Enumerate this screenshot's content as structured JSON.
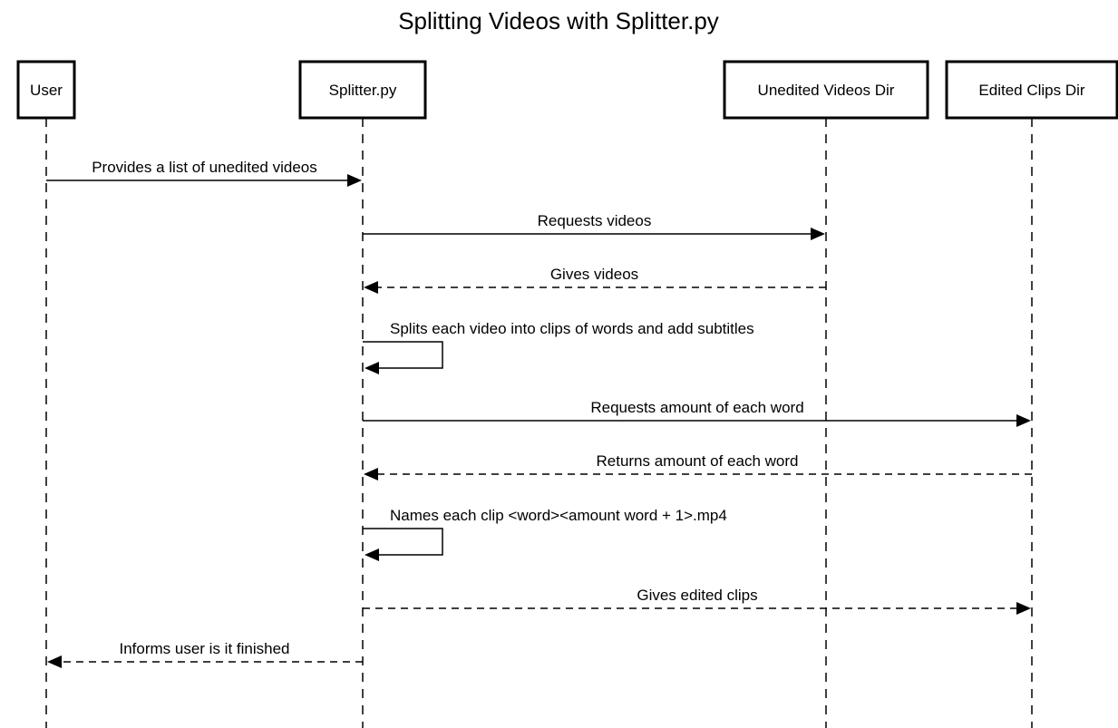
{
  "title": "Splitting Videos with Splitter.py",
  "actors": [
    {
      "id": "user",
      "label": "User"
    },
    {
      "id": "splitter",
      "label": "Splitter.py"
    },
    {
      "id": "unedited",
      "label": "Unedited Videos Dir"
    },
    {
      "id": "edited",
      "label": "Edited Clips Dir"
    }
  ],
  "messages": [
    {
      "from": "user",
      "to": "splitter",
      "style": "solid",
      "label": "Provides a list of unedited videos"
    },
    {
      "from": "splitter",
      "to": "unedited",
      "style": "solid",
      "label": "Requests videos"
    },
    {
      "from": "unedited",
      "to": "splitter",
      "style": "dashed",
      "label": "Gives videos"
    },
    {
      "from": "splitter",
      "to": "splitter",
      "style": "solid",
      "label": "Splits each video into clips of words and add subtitles"
    },
    {
      "from": "splitter",
      "to": "edited",
      "style": "solid",
      "label": "Requests amount of each word"
    },
    {
      "from": "edited",
      "to": "splitter",
      "style": "dashed",
      "label": "Returns amount of each word"
    },
    {
      "from": "splitter",
      "to": "splitter",
      "style": "solid",
      "label": "Names each clip <word><amount word + 1>.mp4"
    },
    {
      "from": "splitter",
      "to": "edited",
      "style": "dashed",
      "label": "Gives edited clips"
    },
    {
      "from": "splitter",
      "to": "user",
      "style": "dashed",
      "label": "Informs user is it finished"
    }
  ]
}
